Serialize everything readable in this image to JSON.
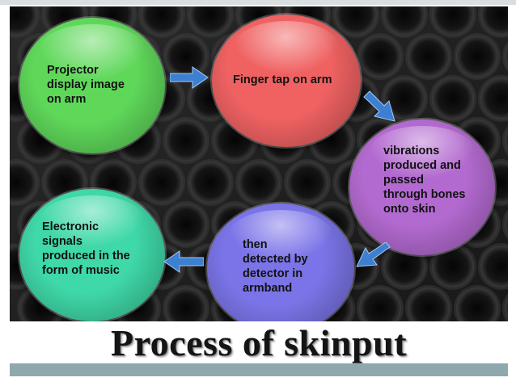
{
  "slide": {
    "title": "Process of skinput"
  },
  "steps": [
    {
      "label": "Projector\ndisplay  image\non arm",
      "color": "#5fd85a"
    },
    {
      "label": "Finger tap on arm",
      "color": "#f06262"
    },
    {
      "label": "vibrations\nproduced and\npassed\nthrough bones\nonto skin",
      "color": "#b36ad0"
    },
    {
      "label": "then\ndetected by\ndetector in\narmband",
      "color": "#7b74e8"
    },
    {
      "label": "Electronic\nsignals\nproduced in the\nform of music",
      "color": "#3fd8a8"
    }
  ],
  "colors": {
    "arrow": "#3d7fd1",
    "background": "#1f1f1f",
    "band": "#8fa8ad"
  }
}
